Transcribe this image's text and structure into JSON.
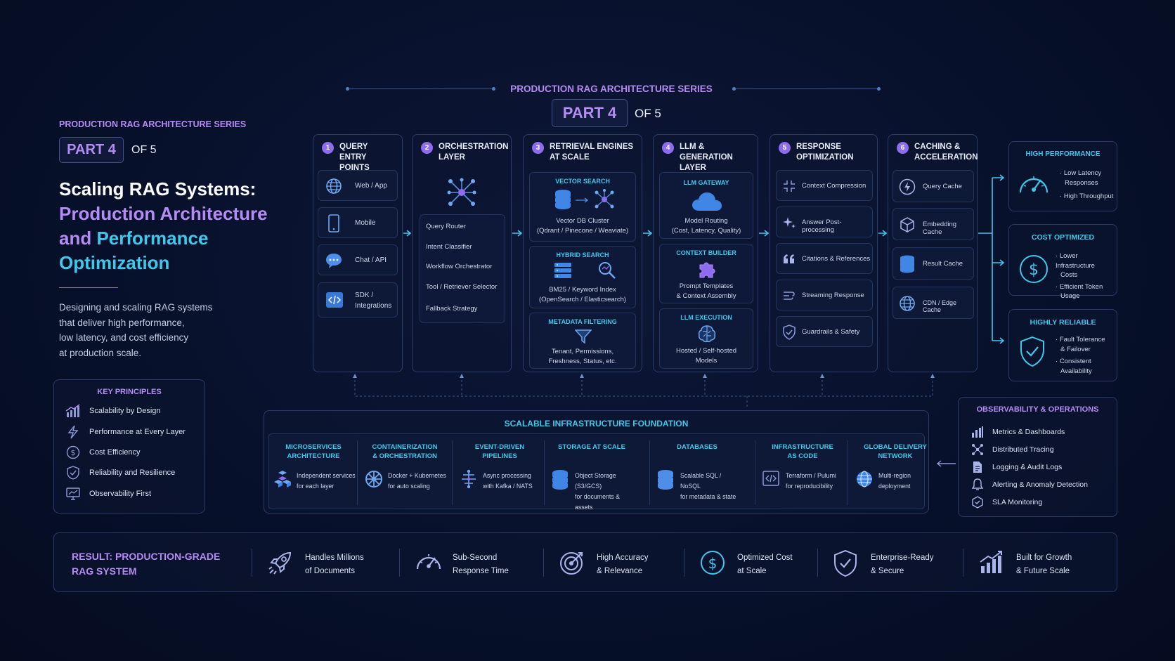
{
  "header": {
    "series": "PRODUCTION RAG ARCHITECTURE SERIES",
    "part": "PART 4",
    "of": "OF 5"
  },
  "left": {
    "series": "PRODUCTION RAG ARCHITECTURE SERIES",
    "part": "PART 4",
    "of": "OF 5",
    "title_line1": "Scaling RAG Systems:",
    "title_line2": "Production Architecture",
    "title_line3a": "and",
    "title_line3b": "Performance",
    "title_line4": "Optimization",
    "description": [
      "Designing and scaling RAG systems",
      "that deliver high performance,",
      "low latency, and cost efficiency",
      "at production scale."
    ],
    "principles_title": "KEY PRINCIPLES",
    "principles": [
      "Scalability by Design",
      "Performance at Every Layer",
      "Cost Efficiency",
      "Reliability and Resilience",
      "Observability First"
    ]
  },
  "columns": {
    "c1": {
      "num": "1",
      "title": [
        "QUERY",
        "ENTRY POINTS"
      ],
      "items": [
        "Web / App",
        "Mobile",
        "Chat / API",
        "SDK /",
        "Integrations"
      ]
    },
    "c2": {
      "num": "2",
      "title": [
        "ORCHESTRATION",
        "LAYER"
      ],
      "items": [
        "Query Router",
        "Intent Classifier",
        "Workflow Orchestrator",
        "Tool / Retriever Selector",
        "Fallback Strategy"
      ]
    },
    "c3": {
      "num": "3",
      "title": [
        "RETRIEVAL ENGINES",
        "AT SCALE"
      ],
      "vs_label": "VECTOR SEARCH",
      "vs_text": [
        "Vector DB Cluster",
        "(Qdrant / Pinecone / Weaviate)"
      ],
      "hs_label": "HYBRID SEARCH",
      "hs_text": [
        "BM25 / Keyword Index",
        "(OpenSearch / Elasticsearch)"
      ],
      "mf_label": "METADATA FILTERING",
      "mf_text": [
        "Tenant, Permissions,",
        "Freshness, Status, etc."
      ]
    },
    "c4": {
      "num": "4",
      "title": [
        "LLM & GENERATION",
        "LAYER"
      ],
      "gw_label": "LLM GATEWAY",
      "gw_text": [
        "Model Routing",
        "(Cost, Latency, Quality)"
      ],
      "cb_label": "CONTEXT BUILDER",
      "cb_text": [
        "Prompt Templates",
        "& Context Assembly"
      ],
      "ex_label": "LLM EXECUTION",
      "ex_text": [
        "Hosted / Self-hosted",
        "Models"
      ]
    },
    "c5": {
      "num": "5",
      "title": [
        "RESPONSE",
        "OPTIMIZATION"
      ],
      "items": [
        "Context Compression",
        "Answer Post-processing",
        "Citations & References",
        "Streaming Response",
        "Guardrails & Safety"
      ]
    },
    "c6": {
      "num": "6",
      "title": [
        "CACHING &",
        "ACCELERATION"
      ],
      "items": [
        "Query Cache",
        "Embedding Cache",
        "Result Cache",
        "CDN / Edge Cache"
      ]
    }
  },
  "outcomes": [
    {
      "title": "HIGH PERFORMANCE",
      "bullets": [
        "Low Latency",
        "Responses",
        "High Throughput"
      ]
    },
    {
      "title": "COST OPTIMIZED",
      "bullets": [
        "Lower Infrastructure",
        "Costs",
        "Efficient Token",
        "Usage"
      ]
    },
    {
      "title": "HIGHLY RELIABLE",
      "bullets": [
        "Fault Tolerance",
        "& Failover",
        "Consistent",
        "Availability"
      ]
    }
  ],
  "infra": {
    "title": "SCALABLE INFRASTRUCTURE FOUNDATION",
    "items": [
      {
        "h1": "MICROSERVICES",
        "h2": "ARCHITECTURE",
        "t1": "Independent services",
        "t2": "for each layer"
      },
      {
        "h1": "CONTAINERIZATION",
        "h2": "& ORCHESTRATION",
        "t1": "Docker + Kubernetes",
        "t2": "for auto scaling"
      },
      {
        "h1": "EVENT-DRIVEN",
        "h2": "PIPELINES",
        "t1": "Async processing",
        "t2": "with Kafka / NATS"
      },
      {
        "h1": "STORAGE AT SCALE",
        "h2": "",
        "t1": "Object Storage (S3/GCS)",
        "t2": "for documents & assets"
      },
      {
        "h1": "DATABASES",
        "h2": "",
        "t1": "Scalable SQL / NoSQL",
        "t2": "for metadata & state"
      },
      {
        "h1": "INFRASTRUCTURE",
        "h2": "AS CODE",
        "t1": "Terraform / Pulumi",
        "t2": "for reproducibility"
      },
      {
        "h1": "GLOBAL DELIVERY",
        "h2": "NETWORK",
        "t1": "Multi-region",
        "t2": "deployment"
      }
    ]
  },
  "obs": {
    "title": "OBSERVABILITY & OPERATIONS",
    "items": [
      "Metrics & Dashboards",
      "Distributed Tracing",
      "Logging & Audit Logs",
      "Alerting & Anomaly Detection",
      "SLA Monitoring"
    ]
  },
  "result": {
    "title1": "RESULT: PRODUCTION-GRADE",
    "title2": "RAG SYSTEM",
    "items": [
      {
        "l1": "Handles Millions",
        "l2": "of Documents"
      },
      {
        "l1": "Sub-Second",
        "l2": "Response Time"
      },
      {
        "l1": "High Accuracy",
        "l2": "& Relevance"
      },
      {
        "l1": "Optimized Cost",
        "l2": "at Scale"
      },
      {
        "l1": "Enterprise-Ready",
        "l2": "& Secure"
      },
      {
        "l1": "Built for Growth",
        "l2": "& Future Scale"
      }
    ]
  },
  "colors": {
    "violet": "#b58cf2",
    "cyan": "#3fc8ec",
    "bg": "#07102a",
    "border": "#2a3d6a"
  }
}
